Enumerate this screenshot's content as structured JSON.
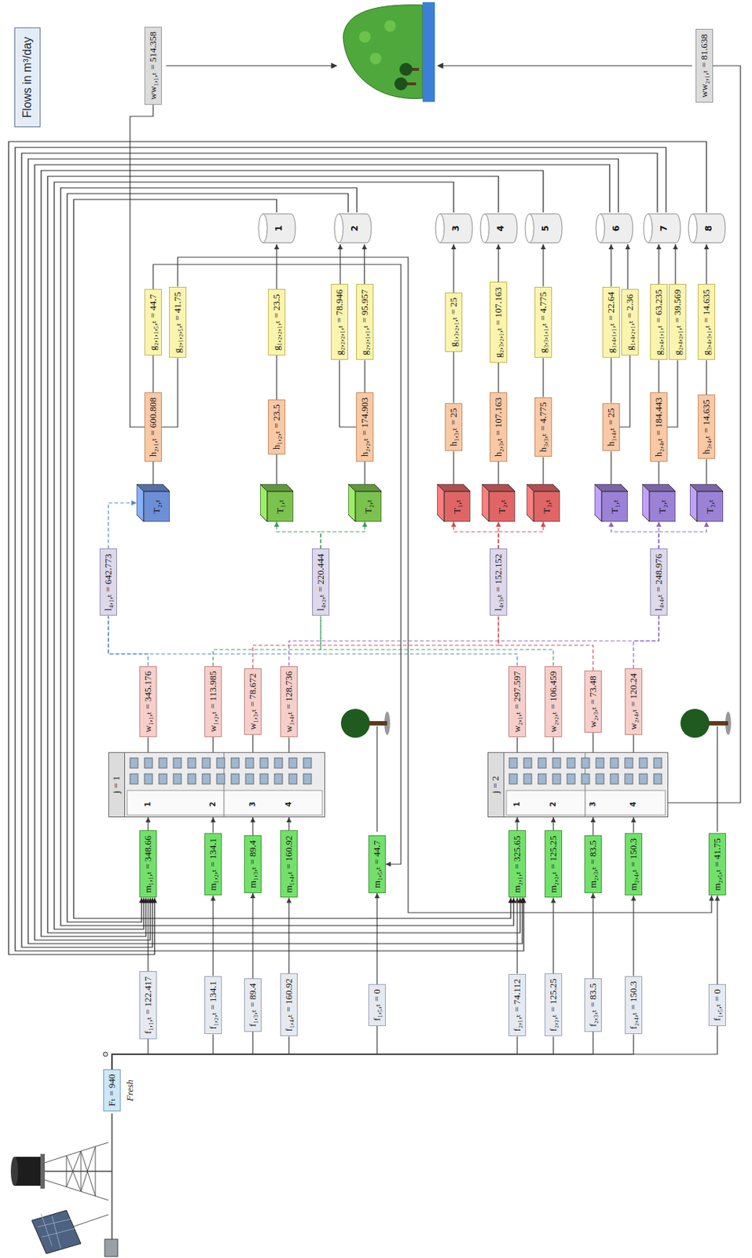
{
  "diagram": {
    "title": "Flows in m³/day",
    "nodes": [
      {
        "text": [
          "Fₜ = 940"
        ]
      },
      {
        "text": [
          "f₁,₁,ₜ = 122.417"
        ]
      },
      {
        "text": [
          "f₁,₂,ₜ = 134.1"
        ]
      },
      {
        "text": [
          "f₁,₃,ₜ = 89.4"
        ]
      },
      {
        "text": [
          "f₁,₄,ₜ = 160.92"
        ]
      },
      {
        "text": [
          "f₁,₅,ₜ = 0"
        ]
      },
      {
        "text": [
          "f₂,₁,ₜ = 74.112"
        ]
      },
      {
        "text": [
          "f₂,₂,ₜ = 125.25"
        ]
      },
      {
        "text": [
          "f₂,₃,ₜ = 83.5"
        ]
      },
      {
        "text": [
          "f₂,₄,ₜ = 150.3"
        ]
      },
      {
        "text": [
          "f₁,₅,ₜ = 0"
        ]
      },
      {
        "text": [
          "m₁,₁,ₜ = 348.66"
        ]
      },
      {
        "text": [
          "m₁,₂,ₜ = 134.1"
        ]
      },
      {
        "text": [
          "m₁,₃,ₜ = 89.4"
        ]
      },
      {
        "text": [
          "m₁,₄,ₜ = 160.92"
        ]
      },
      {
        "text": [
          "m₁,₅,ₜ = 44.7"
        ]
      },
      {
        "text": [
          "m₂,₁,ₜ = 325.65"
        ]
      },
      {
        "text": [
          "m₂,₂,ₜ = 125.25"
        ]
      },
      {
        "text": [
          "m₂,₃,ₜ = 83.5"
        ]
      },
      {
        "text": [
          "m₂,₄,ₜ = 150.3"
        ]
      },
      {
        "text": [
          "m₂,₅,ₜ = 41.75"
        ]
      },
      {
        "text": [
          "j = 1"
        ]
      },
      {
        "text": [
          "j = 2"
        ]
      },
      {
        "text": [
          "w₁,₁,ₜ = 345.176"
        ]
      },
      {
        "text": [
          "w₁,₂,ₜ = 113.985"
        ]
      },
      {
        "text": [
          "w₁,₃,ₜ = 78.672"
        ]
      },
      {
        "text": [
          "w₁,₄,ₜ = 128.736"
        ]
      },
      {
        "text": [
          "w₂,₁,ₜ = 297.597"
        ]
      },
      {
        "text": [
          "w₂,₂,ₜ = 106.459"
        ]
      },
      {
        "text": [
          "w₂,₃,ₜ = 73.48"
        ]
      },
      {
        "text": [
          "w₂,₄,ₜ = 120.24"
        ]
      },
      {
        "text": [
          "l₄,₁,ₜ = 642.773"
        ]
      },
      {
        "text": [
          "l₄,₂,ₜ = 220.444"
        ]
      },
      {
        "text": [
          "l₄,₃,ₜ = 152.152"
        ]
      },
      {
        "text": [
          "l₄,₄,ₜ = 248.976"
        ]
      },
      {
        "text": [
          "T₂,ₜ"
        ]
      },
      {
        "text": [
          "h₂,₁,ₜ = 600.808"
        ]
      },
      {
        "text": [
          "g₂,₁,₁,₅,ₜ = 44.7"
        ]
      },
      {
        "text": [
          "g₂,₁,₂,₅,ₜ = 41.75"
        ]
      },
      {
        "text": [
          "ww₁,₁,ₜ = 514.358"
        ]
      },
      {
        "text": [
          "T₁,ₜ"
        ]
      },
      {
        "text": [
          "h₁,₂,ₜ = 23.5"
        ]
      },
      {
        "text": [
          "g₁,₂,₂,₁,ₜ = 23.5"
        ]
      },
      {
        "text": [
          "1"
        ]
      },
      {
        "text": [
          "T₂,ₜ"
        ]
      },
      {
        "text": [
          "h₂,₂,ₜ = 174.903"
        ]
      },
      {
        "text": [
          "g₂,₂,₁,₁,ₜ = 95.957"
        ]
      },
      {
        "text": [
          "g₂,₂,₂,₁,ₜ = 78.946"
        ]
      },
      {
        "text": [
          "2"
        ]
      },
      {
        "text": [
          "T₁,ₜ"
        ]
      },
      {
        "text": [
          "h₁,₃,ₜ = 25"
        ]
      },
      {
        "text": [
          "g₁,₃,₂,₁,ₜ = 25"
        ]
      },
      {
        "text": [
          "3"
        ]
      },
      {
        "text": [
          "T₂,ₜ"
        ]
      },
      {
        "text": [
          "h₂,₃,ₜ = 107.163"
        ]
      },
      {
        "text": [
          "g₂,₃,₂,₁,ₜ = 107.163"
        ]
      },
      {
        "text": [
          "4"
        ]
      },
      {
        "text": [
          "T₃,ₜ"
        ]
      },
      {
        "text": [
          "h₃,₃,ₜ = 4.775"
        ]
      },
      {
        "text": [
          "g₃,₃,₁,₁,ₜ = 4.775"
        ]
      },
      {
        "text": [
          "5"
        ]
      },
      {
        "text": [
          "T₁,ₜ"
        ]
      },
      {
        "text": [
          "h₁,₄,ₜ = 25"
        ]
      },
      {
        "text": [
          "g₁,₄,₁,₁,ₜ = 22.64"
        ]
      },
      {
        "text": [
          "g₁,₄,₂,₁,ₜ = 2.36"
        ]
      },
      {
        "text": [
          "6"
        ]
      },
      {
        "text": [
          "T₂,ₜ"
        ]
      },
      {
        "text": [
          "h₂,₄,ₜ = 184.443"
        ]
      },
      {
        "text": [
          "g₂,₄,₁,₁,ₜ = 63.235"
        ]
      },
      {
        "text": [
          "g₂,₄,₂,₁,ₜ = 39.569"
        ]
      },
      {
        "text": [
          "7"
        ]
      },
      {
        "text": [
          "T₃,ₜ"
        ]
      },
      {
        "text": [
          "h₃,₄,ₜ = 14.635"
        ]
      },
      {
        "text": [
          "g₃,₄,₃,₁,ₜ = 14.635"
        ]
      },
      {
        "text": [
          "8"
        ]
      },
      {
        "text": [
          "ww₂,₁,ₜ = 81.638"
        ]
      }
    ],
    "edges": [
      {
        "from": 0,
        "to": 1,
        "arrow": "none"
      },
      {
        "from": 0,
        "to": 2,
        "arrow": "none"
      },
      {
        "from": 0,
        "to": 3,
        "arrow": "none"
      },
      {
        "from": 0,
        "to": 4,
        "arrow": "none"
      },
      {
        "from": 0,
        "to": 5,
        "arrow": "none"
      },
      {
        "from": 0,
        "to": 6,
        "arrow": "none"
      },
      {
        "from": 0,
        "to": 7,
        "arrow": "none"
      },
      {
        "from": 0,
        "to": 8,
        "arrow": "none"
      },
      {
        "from": 0,
        "to": 9,
        "arrow": "none"
      },
      {
        "from": 0,
        "to": 10,
        "arrow": "none"
      },
      {
        "from": 1,
        "to": 11,
        "arrow": "to"
      },
      {
        "from": 2,
        "to": 12,
        "arrow": "to"
      },
      {
        "from": 3,
        "to": 13,
        "arrow": "to"
      },
      {
        "from": 4,
        "to": 14,
        "arrow": "to"
      },
      {
        "from": 5,
        "to": 15,
        "arrow": "to"
      },
      {
        "from": 6,
        "to": 16,
        "arrow": "to"
      },
      {
        "from": 7,
        "to": 17,
        "arrow": "to"
      },
      {
        "from": 8,
        "to": 18,
        "arrow": "to"
      },
      {
        "from": 9,
        "to": 19,
        "arrow": "to"
      },
      {
        "from": 10,
        "to": 20,
        "arrow": "to"
      },
      {
        "from": 11,
        "to": 21,
        "arrow": "to"
      },
      {
        "from": 12,
        "to": 21,
        "arrow": "to"
      },
      {
        "from": 13,
        "to": 21,
        "arrow": "to"
      },
      {
        "from": 14,
        "to": 21,
        "arrow": "to"
      },
      {
        "from": 16,
        "to": 22,
        "arrow": "to"
      },
      {
        "from": 17,
        "to": 22,
        "arrow": "to"
      },
      {
        "from": 18,
        "to": 22,
        "arrow": "to"
      },
      {
        "from": 19,
        "to": 22,
        "arrow": "to"
      },
      {
        "from": 21,
        "to": 23,
        "arrow": "none"
      },
      {
        "from": 21,
        "to": 24,
        "arrow": "none"
      },
      {
        "from": 21,
        "to": 25,
        "arrow": "none"
      },
      {
        "from": 21,
        "to": 26,
        "arrow": "none"
      },
      {
        "from": 22,
        "to": 27,
        "arrow": "none"
      },
      {
        "from": 22,
        "to": 28,
        "arrow": "none"
      },
      {
        "from": 22,
        "to": 29,
        "arrow": "none"
      },
      {
        "from": 22,
        "to": 30,
        "arrow": "none"
      },
      {
        "from": 23,
        "to": 31,
        "arrow": "none"
      },
      {
        "from": 24,
        "to": 32,
        "arrow": "none"
      },
      {
        "from": 25,
        "to": 33,
        "arrow": "none"
      },
      {
        "from": 26,
        "to": 34,
        "arrow": "none"
      },
      {
        "from": 27,
        "to": 31,
        "arrow": "none"
      },
      {
        "from": 28,
        "to": 32,
        "arrow": "none"
      },
      {
        "from": 29,
        "to": 33,
        "arrow": "none"
      },
      {
        "from": 30,
        "to": 34,
        "arrow": "none"
      },
      {
        "from": 31,
        "to": 35,
        "arrow": "to"
      },
      {
        "from": 32,
        "to": 40,
        "arrow": "to"
      },
      {
        "from": 32,
        "to": 44,
        "arrow": "to"
      },
      {
        "from": 33,
        "to": 49,
        "arrow": "to"
      },
      {
        "from": 33,
        "to": 53,
        "arrow": "to"
      },
      {
        "from": 33,
        "to": 57,
        "arrow": "to"
      },
      {
        "from": 34,
        "to": 61,
        "arrow": "to"
      },
      {
        "from": 34,
        "to": 66,
        "arrow": "to"
      },
      {
        "from": 34,
        "to": 71,
        "arrow": "to"
      },
      {
        "from": 35,
        "to": 36,
        "arrow": "none"
      },
      {
        "from": 40,
        "to": 41,
        "arrow": "none"
      },
      {
        "from": 44,
        "to": 45,
        "arrow": "none"
      },
      {
        "from": 49,
        "to": 50,
        "arrow": "none"
      },
      {
        "from": 53,
        "to": 54,
        "arrow": "none"
      },
      {
        "from": 57,
        "to": 58,
        "arrow": "none"
      },
      {
        "from": 61,
        "to": 62,
        "arrow": "none"
      },
      {
        "from": 66,
        "to": 67,
        "arrow": "none"
      },
      {
        "from": 71,
        "to": 72,
        "arrow": "none"
      },
      {
        "from": 36,
        "to": 37,
        "arrow": "none"
      },
      {
        "from": 36,
        "to": 38,
        "arrow": "none"
      },
      {
        "from": 36,
        "to": 39,
        "arrow": "none"
      },
      {
        "from": 41,
        "to": 42,
        "arrow": "none"
      },
      {
        "from": 45,
        "to": 46,
        "arrow": "none"
      },
      {
        "from": 45,
        "to": 47,
        "arrow": "none"
      },
      {
        "from": 50,
        "to": 51,
        "arrow": "none"
      },
      {
        "from": 54,
        "to": 55,
        "arrow": "none"
      },
      {
        "from": 58,
        "to": 59,
        "arrow": "none"
      },
      {
        "from": 62,
        "to": 63,
        "arrow": "none"
      },
      {
        "from": 62,
        "to": 64,
        "arrow": "none"
      },
      {
        "from": 67,
        "to": 68,
        "arrow": "none"
      },
      {
        "from": 67,
        "to": 69,
        "arrow": "none"
      },
      {
        "from": 72,
        "to": 73,
        "arrow": "none"
      },
      {
        "from": 42,
        "to": 43,
        "arrow": "to"
      },
      {
        "from": 46,
        "to": 48,
        "arrow": "to"
      },
      {
        "from": 47,
        "to": 48,
        "arrow": "to"
      },
      {
        "from": 51,
        "to": 52,
        "arrow": "to"
      },
      {
        "from": 55,
        "to": 56,
        "arrow": "to"
      },
      {
        "from": 59,
        "to": 60,
        "arrow": "to"
      },
      {
        "from": 63,
        "to": 65,
        "arrow": "to"
      },
      {
        "from": 64,
        "to": 65,
        "arrow": "to"
      },
      {
        "from": 68,
        "to": 70,
        "arrow": "to"
      },
      {
        "from": 69,
        "to": 70,
        "arrow": "to"
      },
      {
        "from": 73,
        "to": 74,
        "arrow": "to"
      },
      {
        "from": 43,
        "to": 16,
        "arrow": "to"
      },
      {
        "from": 48,
        "to": 11,
        "arrow": "to"
      },
      {
        "from": 48,
        "to": 16,
        "arrow": "to"
      },
      {
        "from": 52,
        "to": 11,
        "arrow": "to"
      },
      {
        "from": 56,
        "to": 16,
        "arrow": "to"
      },
      {
        "from": 60,
        "to": 11,
        "arrow": "to"
      },
      {
        "from": 65,
        "to": 11,
        "arrow": "to"
      },
      {
        "from": 65,
        "to": 16,
        "arrow": "to"
      },
      {
        "from": 70,
        "to": 11,
        "arrow": "to"
      },
      {
        "from": 70,
        "to": 16,
        "arrow": "to"
      },
      {
        "from": 74,
        "to": 11,
        "arrow": "to"
      },
      {
        "from": 37,
        "to": 15,
        "arrow": "to"
      },
      {
        "from": 38,
        "to": 20,
        "arrow": "to"
      },
      {
        "from": 22,
        "to": 75,
        "arrow": "none"
      }
    ],
    "labels": [
      "Fresh",
      "1",
      "2",
      "3",
      "4",
      "1",
      "2",
      "3",
      "4"
    ]
  }
}
